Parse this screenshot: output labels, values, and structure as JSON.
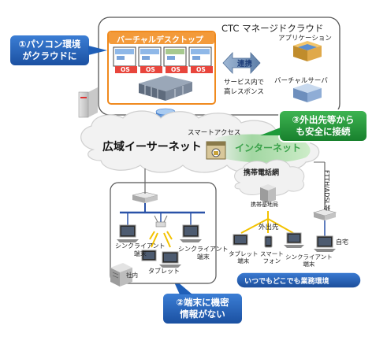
{
  "cloud_title": "CTC マネージドクラウド",
  "virtual_desktop_label": "バーチャルデスクトップ",
  "os_label": "OS",
  "linkage_label": "連携",
  "service_note_line1": "サービス内で",
  "service_note_line2": "高レスポンス",
  "app_label": "アプリケーション",
  "virtual_server_label": "バーチャルサーバ",
  "callout1_line1": "①パソコン環境",
  "callout1_line2": "がクラウドに",
  "callout2_line1": "②端末に機密",
  "callout2_line2": "情報がない",
  "callout3_line1": "③外出先等から",
  "callout3_line2": "も安全に接続",
  "smart_access_label": "スマートアクセス",
  "wan_label": "広域イーサーネット",
  "internet_label": "インターネット",
  "mobile_network_label": "携帯電話網",
  "base_station_label": "携帯基地局",
  "fttx_label": "FTTH/ADSL等",
  "outside_label": "外出先",
  "home_label": "自宅",
  "thin_client_label_line1": "シンクライアント",
  "thin_client_label_line2": "端末",
  "tablet_label": "タブレット",
  "internal_label": "社内",
  "tablet_terminal_line1": "タブレット",
  "tablet_terminal_line2": "端末",
  "smartphone_line1": "スマート",
  "smartphone_line2": "フォン",
  "anywhere_banner": "いつでもどこでも業務環境",
  "colors": {
    "callout_blue": "#1f5fb8",
    "callout_green": "#1e9a3a",
    "orange_frame": "#f08a1e",
    "internet_green": "#3aa24a",
    "os_red": "#e8453c"
  }
}
